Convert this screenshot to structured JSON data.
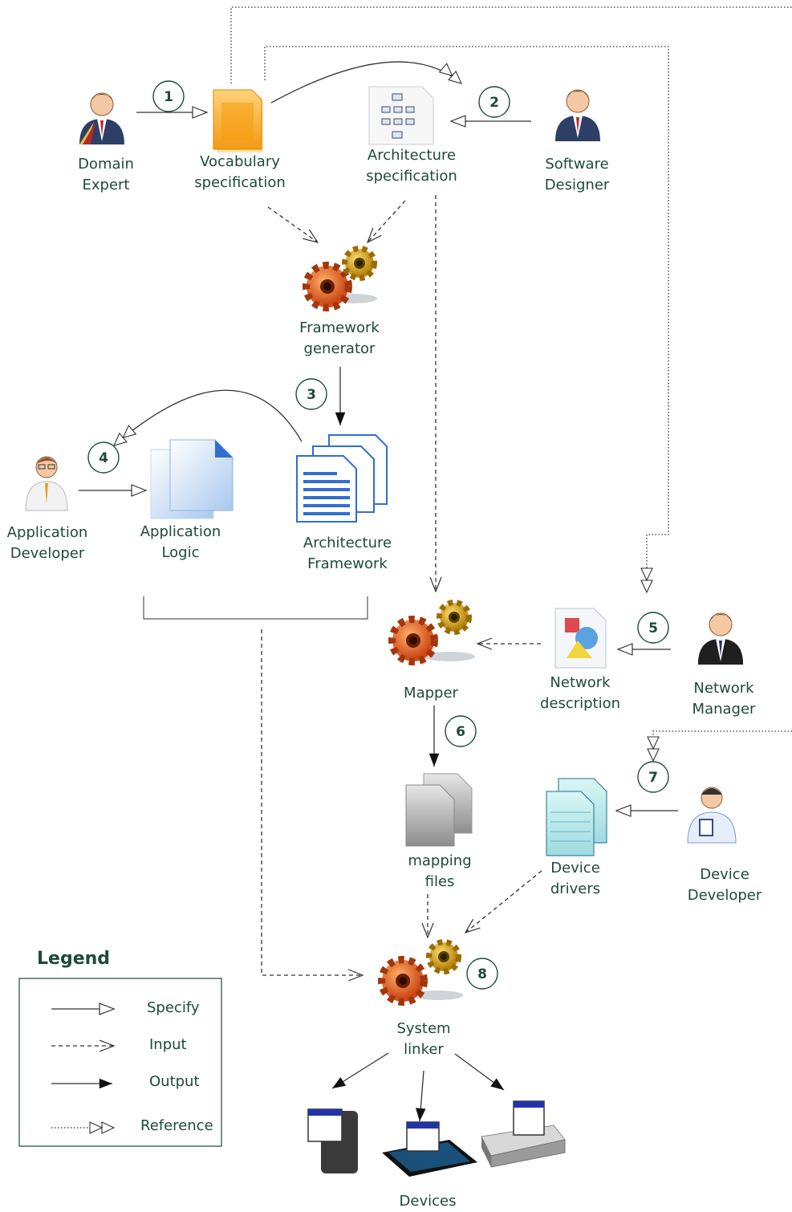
{
  "actors": {
    "domain_expert": [
      "Domain",
      "Expert"
    ],
    "software_designer": [
      "Software",
      "Designer"
    ],
    "application_developer": [
      "Application",
      "Developer"
    ],
    "network_manager": [
      "Network",
      "Manager"
    ],
    "device_developer": [
      "Device",
      "Developer"
    ]
  },
  "artifacts": {
    "vocabulary_spec": [
      "Vocabulary",
      "specification"
    ],
    "architecture_spec": [
      "Architecture",
      "specification"
    ],
    "application_logic": [
      "Application",
      "Logic"
    ],
    "architecture_framework": [
      "Architecture",
      "Framework"
    ],
    "network_description": [
      "Network",
      "description"
    ],
    "mapping_files": [
      "mapping",
      "files"
    ],
    "device_drivers": [
      "Device",
      "drivers"
    ]
  },
  "tools": {
    "framework_generator": [
      "Framework",
      "generator"
    ],
    "mapper": "Mapper",
    "system_linker": [
      "System",
      "linker"
    ]
  },
  "devices_label": "Devices",
  "steps": [
    "1",
    "2",
    "3",
    "4",
    "5",
    "6",
    "7",
    "8"
  ],
  "legend": {
    "title": "Legend",
    "items": [
      "Specify",
      "Input",
      "Output",
      "Reference"
    ]
  },
  "colors": {
    "text": "#1d4a3c",
    "step_circle": "#1d4a3c",
    "line": "#333333",
    "gear_orange": "#e8642a",
    "gear_gold": "#d7a21c",
    "doc_orange": "#f7a21b",
    "doc_blue": "#2f6fd0"
  }
}
